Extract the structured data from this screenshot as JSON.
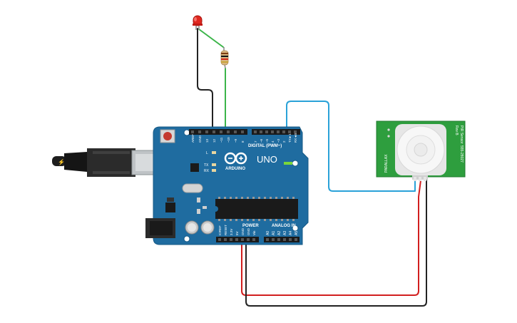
{
  "board": {
    "brand": "ARDUINO",
    "model": "UNO",
    "label_digital": "DIGITAL (PWM~)",
    "label_power": "POWER",
    "label_analog": "ANALOG IN",
    "label_on": "ON",
    "label_l": "L",
    "label_tx": "TX",
    "label_rx": "RX",
    "pins_top_left": [
      "AREF",
      "GND",
      "13",
      "12",
      "~11",
      "~10",
      "~9",
      "8"
    ],
    "pins_top_right": [
      "7",
      "~6",
      "~5",
      "4",
      "~3",
      "2",
      "TX►1",
      "RX◄0"
    ],
    "pins_power": [
      "IOREF",
      "RESET",
      "3.3V",
      "5V",
      "GND",
      "GND",
      "Vin"
    ],
    "pins_analog": [
      "A0",
      "A1",
      "A2",
      "A3",
      "A4",
      "A5"
    ]
  },
  "sensor": {
    "label_left": "PARALLAX",
    "label_right_a": "PIR Sensor",
    "label_right_b": "Rev B",
    "label_right_c": "555-28027"
  },
  "colors": {
    "board": "#1f6ca0",
    "sensor_pcb": "#2e9e3e",
    "wire_red": "#d21f1f",
    "wire_black": "#222222",
    "wire_blue": "#2aa2d8",
    "wire_green": "#3cb54a",
    "led": "#e0271f"
  }
}
